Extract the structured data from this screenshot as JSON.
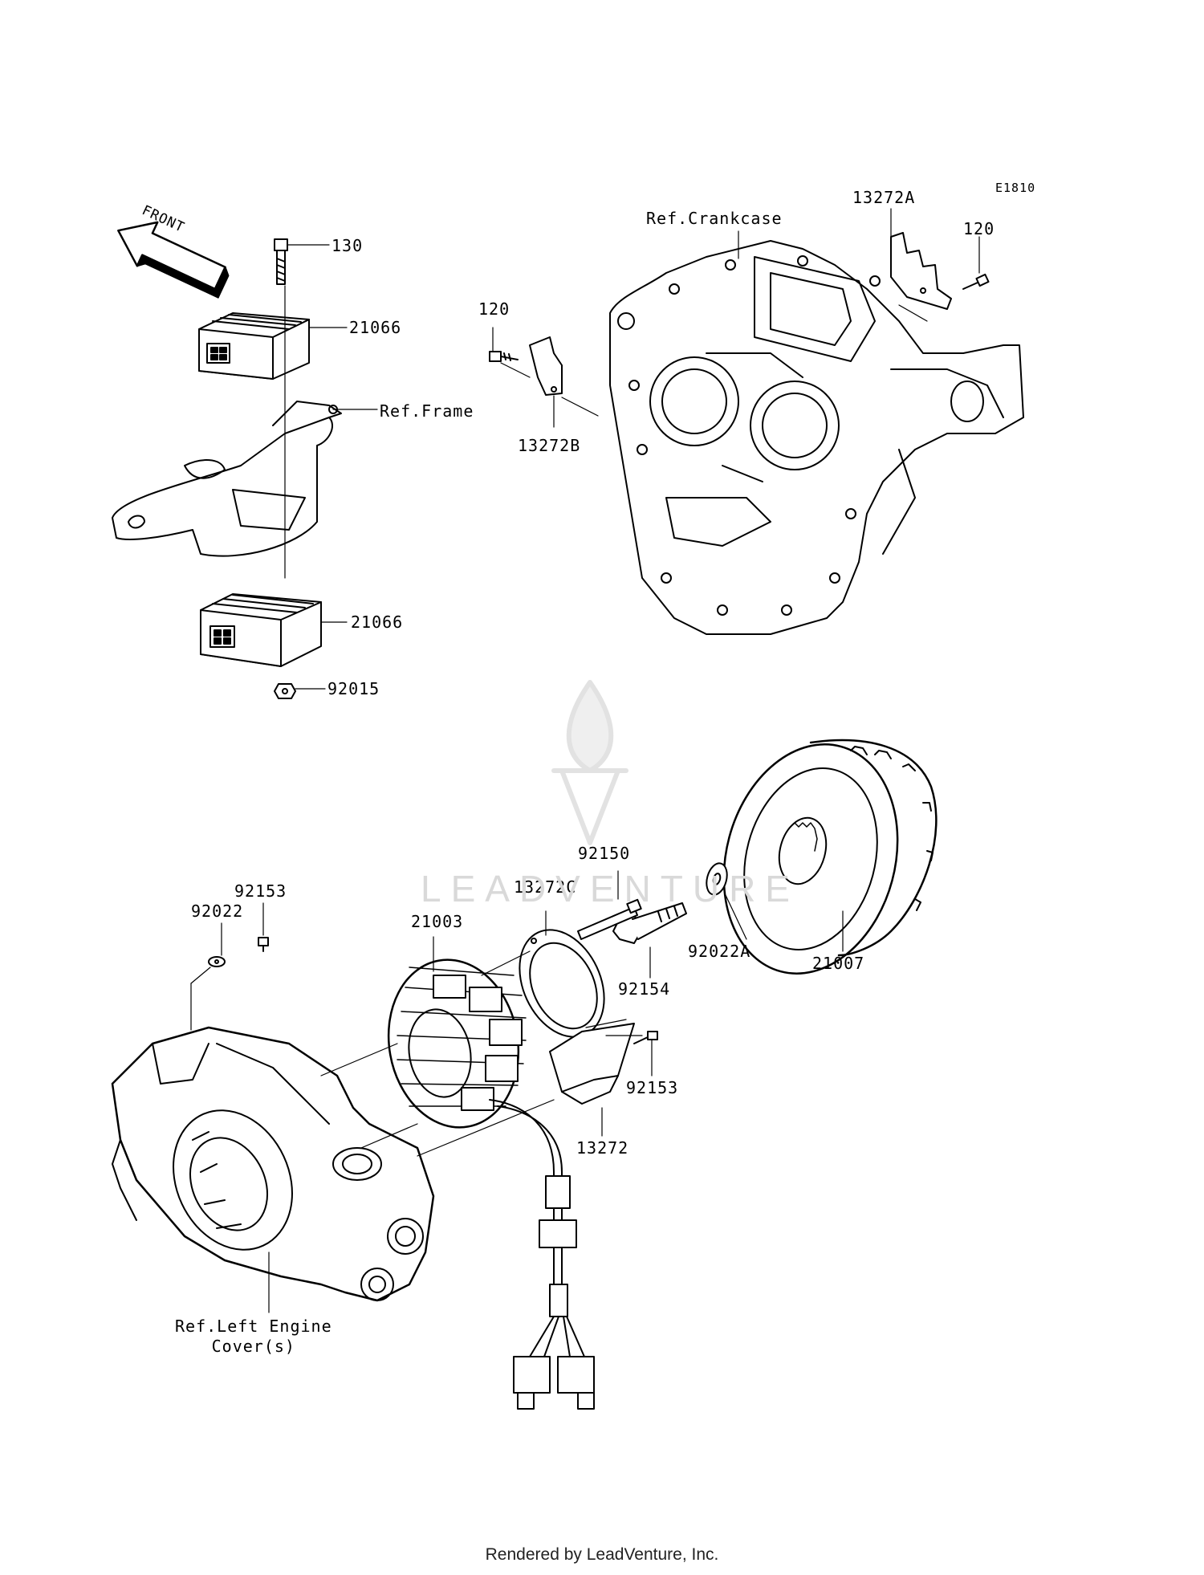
{
  "diagram_code": "E1810",
  "front_arrow_label": "FRONT",
  "part_labels": {
    "p130": "130",
    "p21066_top": "21066",
    "ref_frame": "Ref.Frame",
    "p21066_bottom": "21066",
    "p92015": "92015",
    "p120_left": "120",
    "p13272B": "13272B",
    "ref_crankcase": "Ref.Crankcase",
    "p13272A": "13272A",
    "p120_right": "120",
    "p92150": "92150",
    "p13272C": "13272C",
    "p21003": "21003",
    "p92153_top": "92153",
    "p92022": "92022",
    "p92154": "92154",
    "p92022A": "92022A",
    "p21007": "21007",
    "p92153_bottom": "92153",
    "p13272": "13272",
    "ref_left_cover_line1": "Ref.Left Engine",
    "ref_left_cover_line2": "Cover(s)"
  },
  "watermark": "LEADVENTURE",
  "footer": "Rendered by LeadVenture, Inc.",
  "colors": {
    "ink": "#000000",
    "watermark": "#d9d9d9",
    "background": "#ffffff"
  }
}
